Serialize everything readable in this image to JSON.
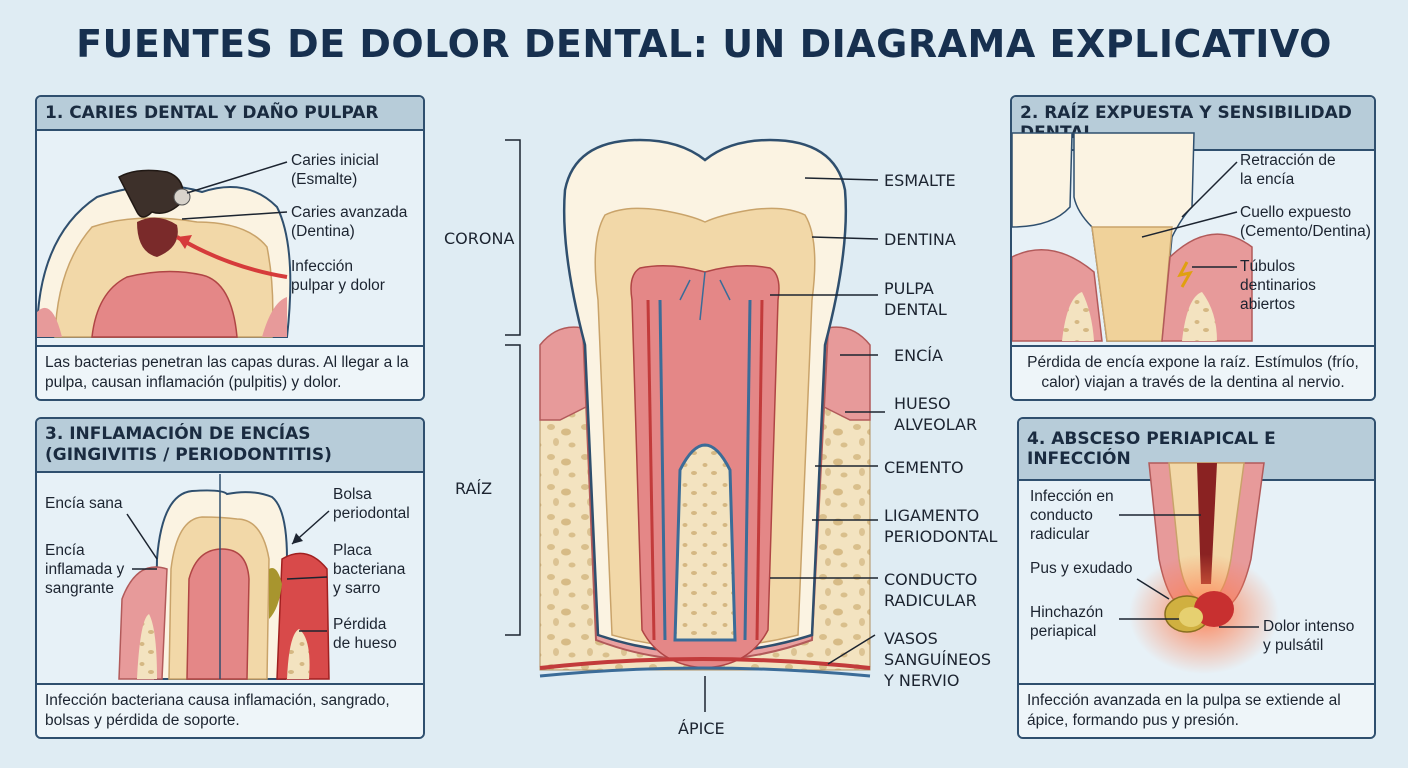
{
  "title": "FUENTES DE DOLOR DENTAL: UN DIAGRAMA EXPLICATIVO",
  "panel1": {
    "header": "1. CARIES DENTAL Y DAÑO PULPAR",
    "labels": [
      "Caries inicial\n(Esmalte)",
      "Caries avanzada\n(Dentina)",
      "Infección\npulpar y dolor"
    ],
    "caption": "Las bacterias penetran las capas duras. Al llegar a la pulpa, causan inflamación (pulpitis) y dolor."
  },
  "panel2": {
    "header": "2. RAÍZ EXPUESTA Y SENSIBILIDAD DENTAL",
    "labels": [
      "Retracción de\nla encía",
      "Cuello expuesto\n(Cemento/Dentina)",
      "Túbulos\ndentinarios\nabiertos"
    ],
    "caption": "Pérdida de encía expone la raíz. Estímulos (frío, calor) viajan a través de la dentina al nervio."
  },
  "panel3": {
    "header": "3. INFLAMACIÓN DE ENCÍAS\n(GINGIVITIS / PERIODONTITIS)",
    "labels": [
      "Encía sana",
      "Encía\ninflamada y\nsangrante",
      "Bolsa\nperiodontal",
      "Placa\nbacteriana\ny sarro",
      "Pérdida\nde hueso"
    ],
    "caption": "Infección bacteriana causa inflamación, sangrado, bolsas y pérdida de soporte."
  },
  "panel4": {
    "header": "4. ABSCESO PERIAPICAL E INFECCIÓN",
    "labels": [
      "Infección en\nconducto\nradicular",
      "Pus y exudado",
      "Hinchazón\nperiapical",
      "Dolor intenso\ny pulsátil"
    ],
    "caption": "Infección avanzada en la pulpa se extiende al ápice, formando pus y presión."
  },
  "main": {
    "side_labels": [
      "CORONA",
      "RAÍZ"
    ],
    "right_labels": [
      "ESMALTE",
      "DENTINA",
      "PULPA\nDENTAL",
      "ENCÍA",
      "HUESO\nALVEOLAR",
      "CEMENTO",
      "LIGAMENTO\nPERIODONTAL",
      "CONDUCTO\nRADICULAR",
      "VASOS\nSANGUÍNEOS\nY NERVIO"
    ],
    "apex_label": "ÁPICE"
  }
}
